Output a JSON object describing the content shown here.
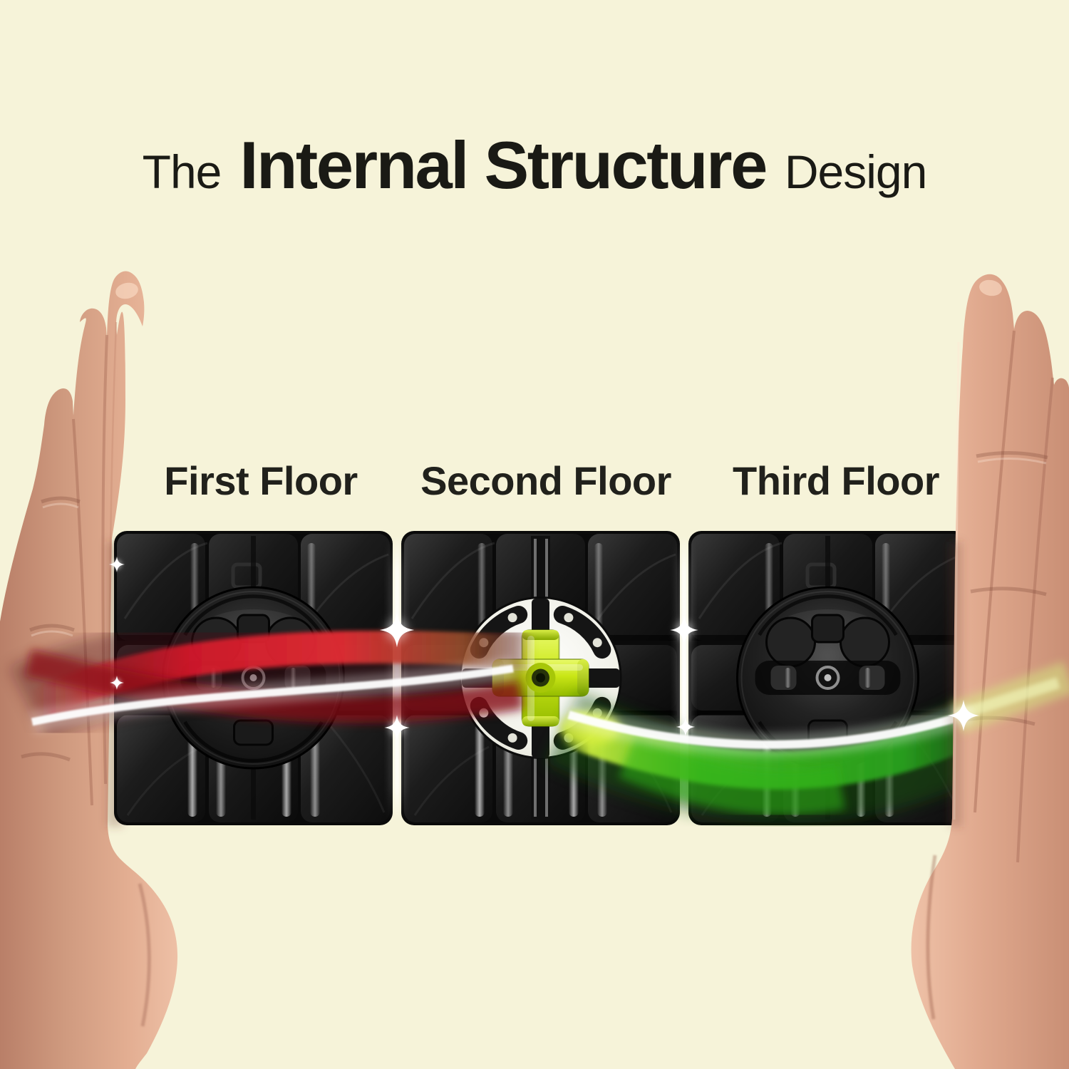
{
  "page": {
    "background": "#f6f3d9"
  },
  "title": {
    "prefix": "The",
    "emphasis": "Internal Structure",
    "suffix": "Design"
  },
  "floors": [
    {
      "label": "First Floor"
    },
    {
      "label": "Second Floor"
    },
    {
      "label": "Third Floor"
    }
  ],
  "palette": {
    "heading_text": "#1a1a15",
    "label_text": "#21211c",
    "cube_plastic": "#161616",
    "core_cross_green": "#c9e616",
    "light_streak_red": "#d42333",
    "light_streak_green": "#2fa51d",
    "light_streak_white": "#ffffff",
    "skin_tone": "#dba68c"
  }
}
